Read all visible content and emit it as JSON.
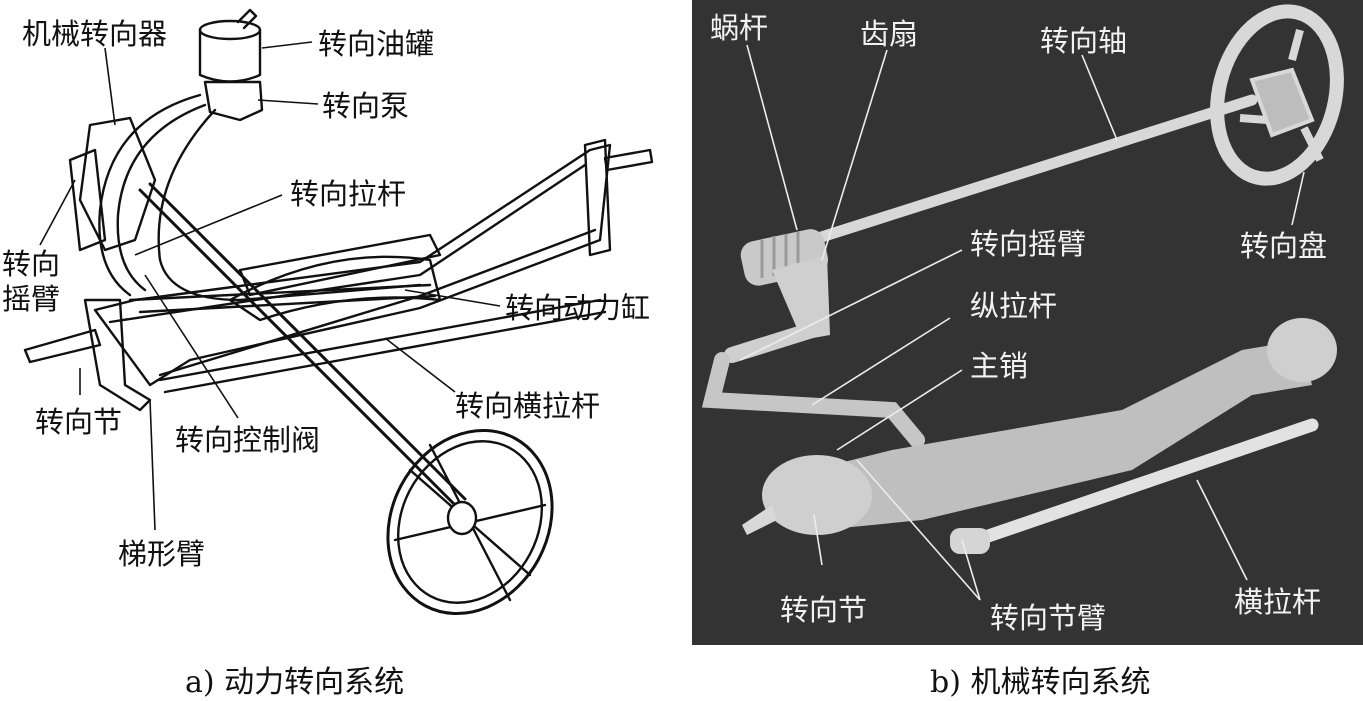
{
  "colors": {
    "panel_a_bg": "#ffffff",
    "panel_b_bg": "#333333",
    "line_a": "#111111",
    "line_b": "#e6e6e6",
    "part_b": "#c8c8c8"
  },
  "power_steering": {
    "caption": "a) 动力转向系统",
    "labels": {
      "mechanical_steering_gear": "机械转向器",
      "steering_oil_tank": "转向油罐",
      "steering_pump": "转向泵",
      "steering_tie_rod": "转向拉杆",
      "steering_arm_line1": "转向",
      "steering_arm_line2": "摇臂",
      "power_cylinder": "转向动力缸",
      "steering_knuckle": "转向节",
      "control_valve": "转向控制阀",
      "cross_tie_rod": "转向横拉杆",
      "trapezoid_arm": "梯形臂"
    }
  },
  "mechanical_steering": {
    "caption": "b) 机械转向系统",
    "labels": {
      "worm": "蜗杆",
      "sector_gear": "齿扇",
      "steering_shaft": "转向轴",
      "pitman_arm": "转向摇臂",
      "steering_wheel": "转向盘",
      "drag_link": "纵拉杆",
      "kingpin": "主销",
      "steering_knuckle": "转向节",
      "knuckle_arm": "转向节臂",
      "tie_rod": "横拉杆"
    }
  }
}
